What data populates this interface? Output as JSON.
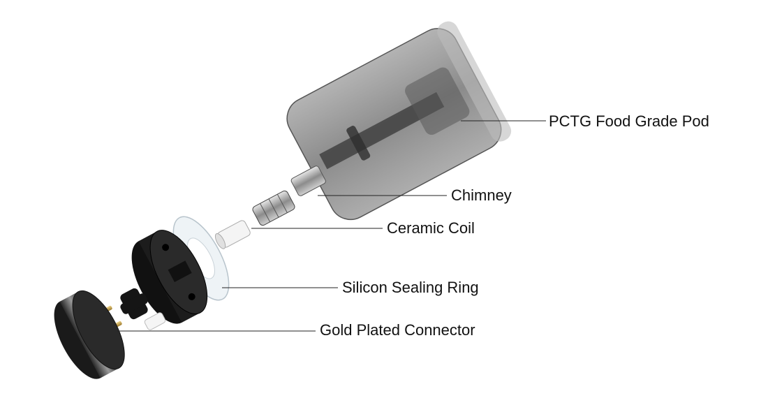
{
  "diagram": {
    "callouts": [
      {
        "id": "pod",
        "text": "PCTG Food Grade Pod"
      },
      {
        "id": "chimney",
        "text": "Chimney"
      },
      {
        "id": "coil",
        "text": "Ceramic Coil"
      },
      {
        "id": "ring",
        "text": "Silicon Sealing Ring"
      },
      {
        "id": "connector",
        "text": "Gold Plated Connector"
      }
    ],
    "colors": {
      "pod_body": "#7a7a7a",
      "metal": "#b8b8b8",
      "black_part": "#1c1c1c",
      "gold": "#c9a24a",
      "clear_ring": "#e8eef2",
      "leader_line": "#222222"
    }
  }
}
